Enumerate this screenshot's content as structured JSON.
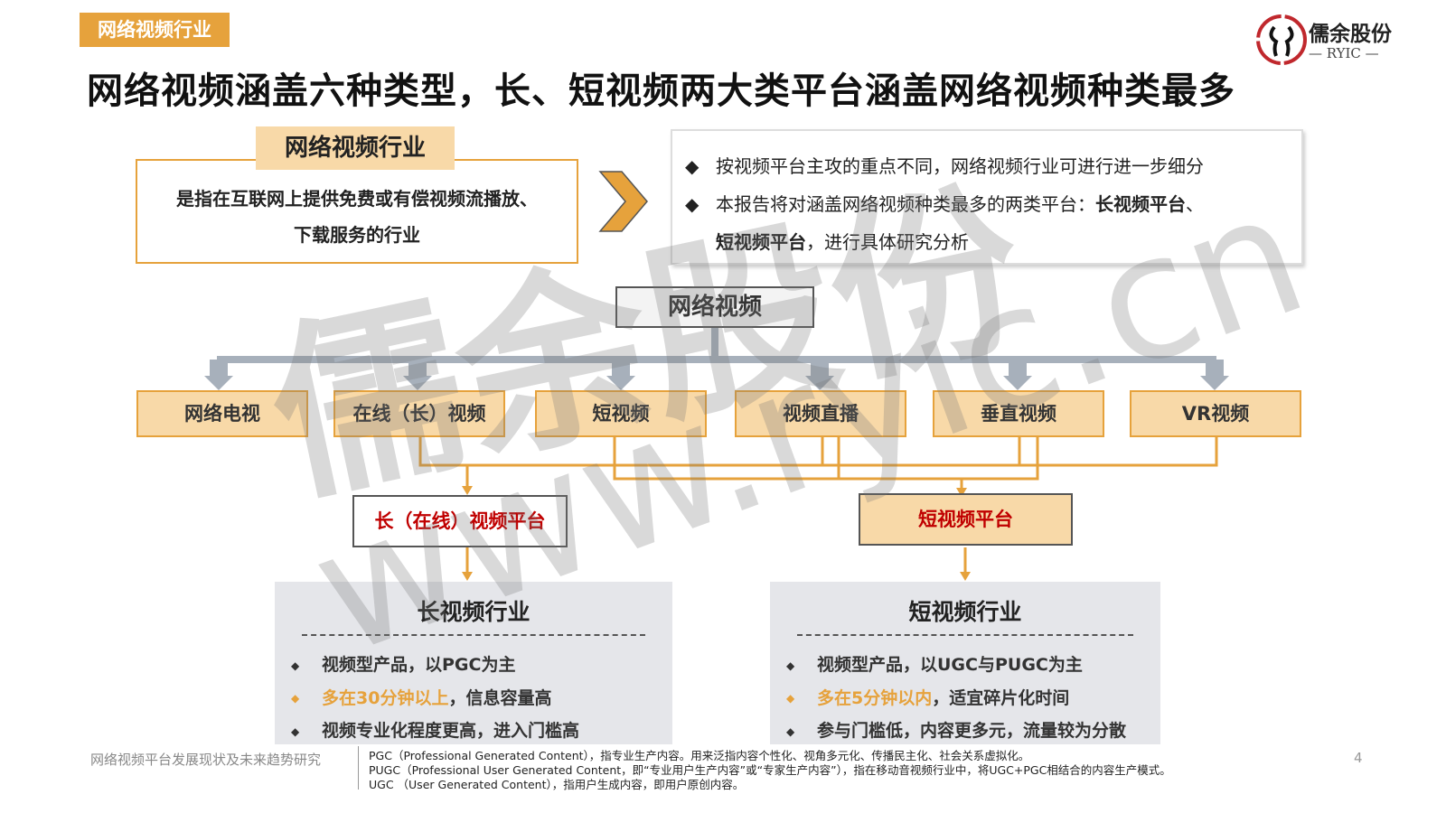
{
  "tag": "网络视频行业",
  "title": "网络视频涵盖六种类型，长、短视频两大类平台涵盖网络视频种类最多",
  "logo": {
    "name": "儒余股份",
    "sub": "— RYIC —"
  },
  "definition": {
    "heading": "网络视频行业",
    "line1": "是指在互联网上提供免费或有偿视频流播放、",
    "line2": "下载服务的行业"
  },
  "notes": {
    "line1": "按视频平台主攻的重点不同，网络视频行业可进行进一步细分",
    "line2_pre": "本报告将对涵盖网络视频种类最多的两类平台：",
    "line2_bold": "长视频平台",
    "line2_sep": "、",
    "line3_bold": "短视频平台",
    "line3_post": "，进行具体研究分析"
  },
  "root": "网络视频",
  "categories": [
    "网络电视",
    "在线（长）视频",
    "短视频",
    "视频直播",
    "垂直视频",
    "VR视频"
  ],
  "platforms": {
    "long": "长（在线）视频平台",
    "short": "短视频平台"
  },
  "long_panel": {
    "title": "长视频行业",
    "items": [
      {
        "text": "视频型产品，以PGC为主"
      },
      {
        "hi": "多在30分钟以上",
        "text": "，信息容量高"
      },
      {
        "text": "视频专业化程度更高，进入门槛高"
      }
    ]
  },
  "short_panel": {
    "title": "短视频行业",
    "items": [
      {
        "text": "视频型产品，以UGC与PUGC为主"
      },
      {
        "hi": "多在5分钟以内",
        "text": "，适宜碎片化时间"
      },
      {
        "text": "参与门槛低，内容更多元，流量较为分散"
      }
    ]
  },
  "footer": {
    "source": "网络视频平台发展现状及未来趋势研究",
    "notes": [
      "PGC（Professional Generated Content），指专业生产内容。用来泛指内容个性化、视角多元化、传播民主化、社会关系虚拟化。",
      "PUGC（Professional User Generated Content，即“专业用户生产内容”或“专家生产内容”），指在移动音视频行业中，将UGC+PGC相结合的内容生产模式。",
      "UGC （User Generated Content），指用户生成内容，即用户原创内容。"
    ],
    "page": "4"
  },
  "watermark": {
    "cn": "儒余股份",
    "url": "www.ryic.cn"
  },
  "colors": {
    "accent": "#e6a23c",
    "light": "#f8d9a8",
    "red": "#c00000",
    "gray": "#a7b0bb"
  }
}
